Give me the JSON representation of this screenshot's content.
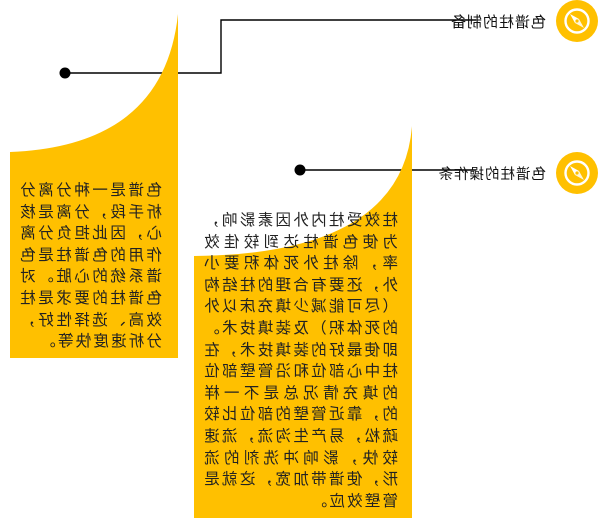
{
  "colors": {
    "card_fill": "#ffc000",
    "badge_fill": "#ffc000",
    "connector": "#000000",
    "text": "#222222"
  },
  "topics": [
    {
      "title": "色谱柱的制备",
      "icon": "compass-icon",
      "body": "色谱是一种分离分析手段，分离是核心，因此担负分离作用的色谱柱是色谱系统的心脏。对色谱柱的要求是柱效高、选择性好，分析速度快等。"
    },
    {
      "title": "色谱柱的操作条",
      "icon": "compass-icon",
      "body": "柱效受柱内外因素影响，为使色谱柱达到较佳效率，除柱外死体积要小外，还要有合理的柱结构（尽可能减少填充床以外的死体积）及装填技术。即使最好的装填技术，在柱中心部位和沿管壁部位的填充情况总是不一样的，靠近管壁的部位比较疏松，易产生沟流，流速较快，影响冲洗剂的流形，使谱带加宽，这就是管壁效应。"
    }
  ]
}
